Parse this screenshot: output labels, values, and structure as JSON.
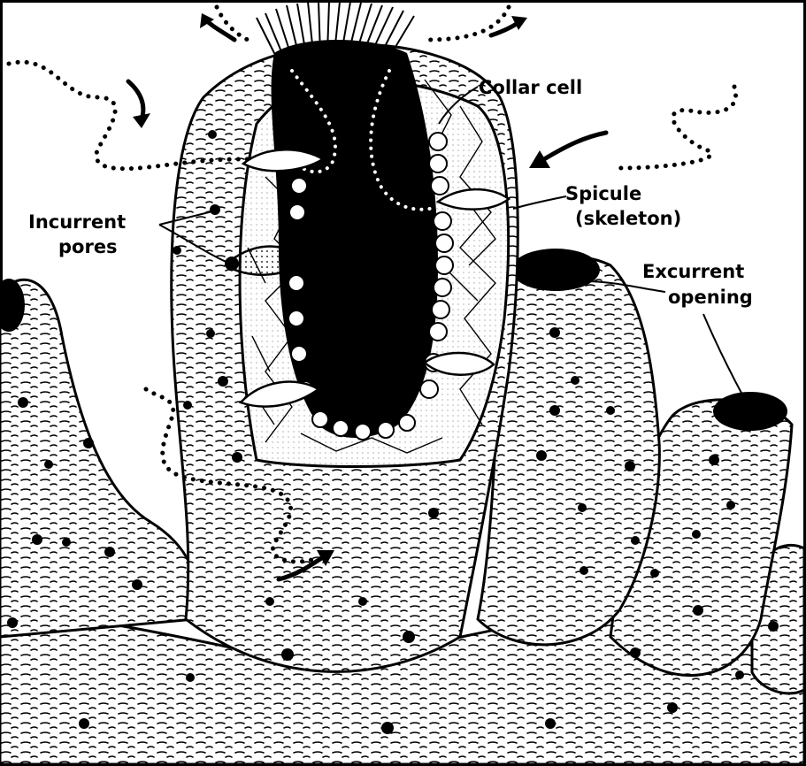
{
  "labels": {
    "collar_cell": "Collar cell",
    "spicule_line1": "Spicule",
    "spicule_line2": "(skeleton)",
    "incurrent_line1": "Incurrent",
    "incurrent_line2": "pores",
    "excurrent_line1": "Excurrent",
    "excurrent_line2": "opening"
  },
  "colors": {
    "ink": "#000000",
    "paper": "#ffffff"
  }
}
